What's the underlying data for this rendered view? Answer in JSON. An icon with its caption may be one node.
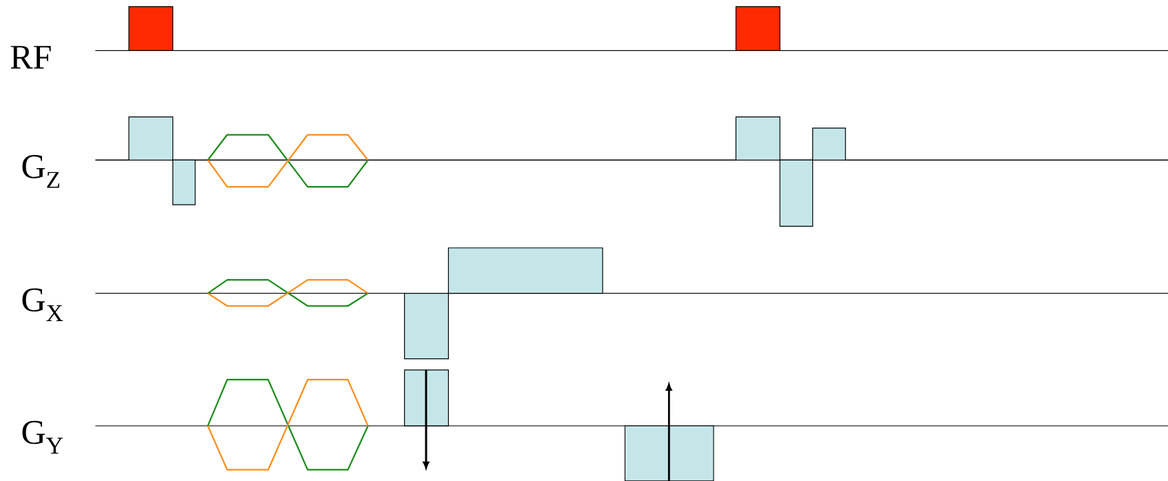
{
  "diagram": {
    "labels": [
      "RF",
      "G$_{Z}$",
      "G$_{X}$",
      "G$_{Y}$"
    ]
  }
}
